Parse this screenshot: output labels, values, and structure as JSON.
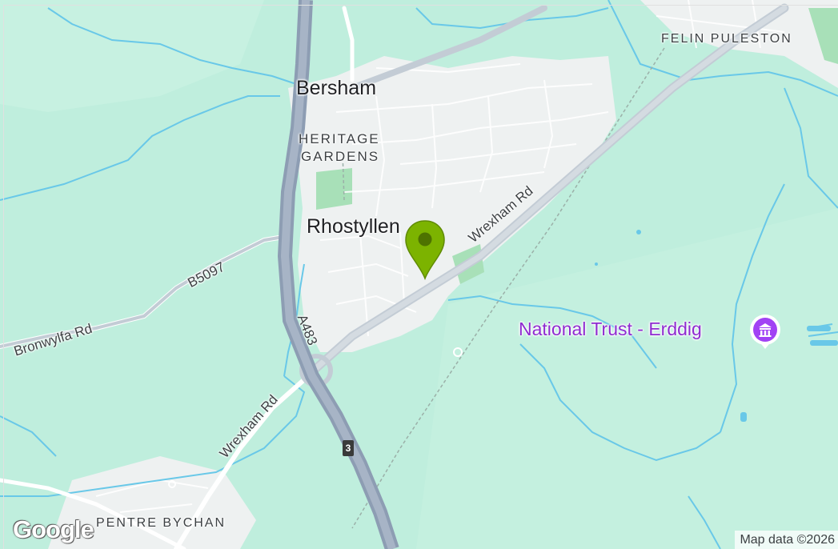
{
  "map": {
    "places": {
      "bersham": "Bersham",
      "heritage_gardens_line1": "HERITAGE",
      "heritage_gardens_line2": "GARDENS",
      "rhostyllen": "Rhostyllen",
      "felin_puleston": "FELIN PULESTON",
      "pentre_bychan": "PENTRE BYCHAN"
    },
    "roads": {
      "wrexham_rd_ne": "Wrexham Rd",
      "wrexham_rd_sw": "Wrexham Rd",
      "b5097": "B5097",
      "bronwylfa_rd": "Bronwylfa Rd",
      "a483": "A483",
      "junction_number": "3"
    },
    "poi": {
      "name": "National Trust - Erddig",
      "icon": "museum-icon",
      "color": "#a142f4"
    },
    "marker": {
      "icon": "map-pin-icon",
      "color": "#7cb300"
    },
    "branding": {
      "logo": "Google",
      "attribution": "Map data ©2026"
    }
  }
}
